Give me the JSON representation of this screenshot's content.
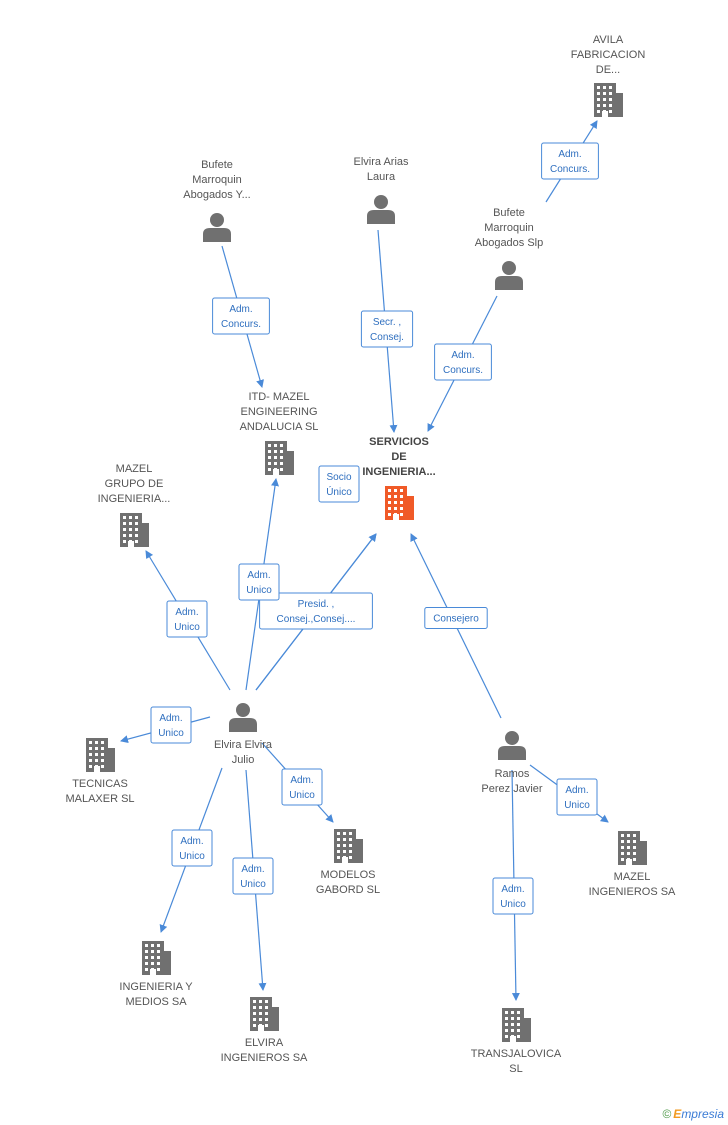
{
  "colors": {
    "edge": "#4a8ad8",
    "node": "#707070",
    "center": "#f05a28",
    "label": "#555555"
  },
  "nodes": [
    {
      "id": "avila",
      "type": "company",
      "lines": [
        "AVILA",
        "FABRICACION",
        "DE..."
      ]
    },
    {
      "id": "bufete_y",
      "type": "person",
      "lines": [
        "Bufete",
        "Marroquin",
        "Abogados Y..."
      ]
    },
    {
      "id": "elvira_arias",
      "type": "person",
      "lines": [
        "Elvira Arias",
        "Laura"
      ]
    },
    {
      "id": "bufete_slp",
      "type": "person",
      "lines": [
        "Bufete",
        "Marroquin",
        "Abogados Slp"
      ]
    },
    {
      "id": "itd",
      "type": "company",
      "lines": [
        "ITD- MAZEL",
        "ENGINEERING",
        "ANDALUCIA SL"
      ]
    },
    {
      "id": "servicios",
      "type": "center",
      "lines": [
        "SERVICIOS",
        "DE",
        "INGENIERIA..."
      ]
    },
    {
      "id": "mazel_grupo",
      "type": "company",
      "lines": [
        "MAZEL",
        "GRUPO DE",
        "INGENIERIA..."
      ]
    },
    {
      "id": "elvira_julio",
      "type": "person",
      "lines": [
        "Elvira Elvira",
        "Julio"
      ]
    },
    {
      "id": "tecnicas",
      "type": "company",
      "lines": [
        "TECNICAS",
        "MALAXER  SL"
      ]
    },
    {
      "id": "modelos",
      "type": "company",
      "lines": [
        "MODELOS",
        "GABORD  SL"
      ]
    },
    {
      "id": "ramos",
      "type": "person",
      "lines": [
        "Ramos",
        "Perez Javier"
      ]
    },
    {
      "id": "mazel_ing",
      "type": "company",
      "lines": [
        "MAZEL",
        "INGENIEROS SA"
      ]
    },
    {
      "id": "ingenieria_medios",
      "type": "company",
      "lines": [
        "INGENIERIA Y",
        "MEDIOS SA"
      ]
    },
    {
      "id": "elvira_ing",
      "type": "company",
      "lines": [
        "ELVIRA",
        "INGENIEROS SA"
      ]
    },
    {
      "id": "transjalovica",
      "type": "company",
      "lines": [
        "TRANSJALOVICA",
        "SL"
      ]
    }
  ],
  "edges": [
    {
      "from": "bufete_slp",
      "to": "avila",
      "lines": [
        "Adm.",
        "Concurs."
      ]
    },
    {
      "from": "bufete_y",
      "to": "itd",
      "lines": [
        "Adm.",
        "Concurs."
      ]
    },
    {
      "from": "elvira_arias",
      "to": "servicios",
      "lines": [
        "Secr. ,",
        "Consej."
      ]
    },
    {
      "from": "bufete_slp",
      "to": "servicios",
      "lines": [
        "Adm.",
        "Concurs."
      ]
    },
    {
      "from": "elvira_julio",
      "to": "servicios",
      "lines": [
        "Socio",
        "Único"
      ]
    },
    {
      "from": "elvira_julio",
      "to": "servicios",
      "lines": [
        "Presid. ,",
        "Consej.,Consej...."
      ]
    },
    {
      "from": "elvira_julio",
      "to": "itd",
      "lines": [
        "Adm.",
        "Unico"
      ]
    },
    {
      "from": "elvira_julio",
      "to": "mazel_grupo",
      "lines": [
        "Adm.",
        "Unico"
      ]
    },
    {
      "from": "elvira_julio",
      "to": "tecnicas",
      "lines": [
        "Adm.",
        "Unico"
      ]
    },
    {
      "from": "elvira_julio",
      "to": "modelos",
      "lines": [
        "Adm.",
        "Unico"
      ]
    },
    {
      "from": "elvira_julio",
      "to": "ingenieria_medios",
      "lines": [
        "Adm.",
        "Unico"
      ]
    },
    {
      "from": "elvira_julio",
      "to": "elvira_ing",
      "lines": [
        "Adm.",
        "Unico"
      ]
    },
    {
      "from": "ramos",
      "to": "servicios",
      "lines": [
        "Consejero"
      ]
    },
    {
      "from": "ramos",
      "to": "mazel_ing",
      "lines": [
        "Adm.",
        "Unico"
      ]
    },
    {
      "from": "ramos",
      "to": "transjalovica",
      "lines": [
        "Adm.",
        "Unico"
      ]
    }
  ],
  "footer": {
    "copyright": "©",
    "brand_initial": "E",
    "brand_rest": "mpresia"
  }
}
